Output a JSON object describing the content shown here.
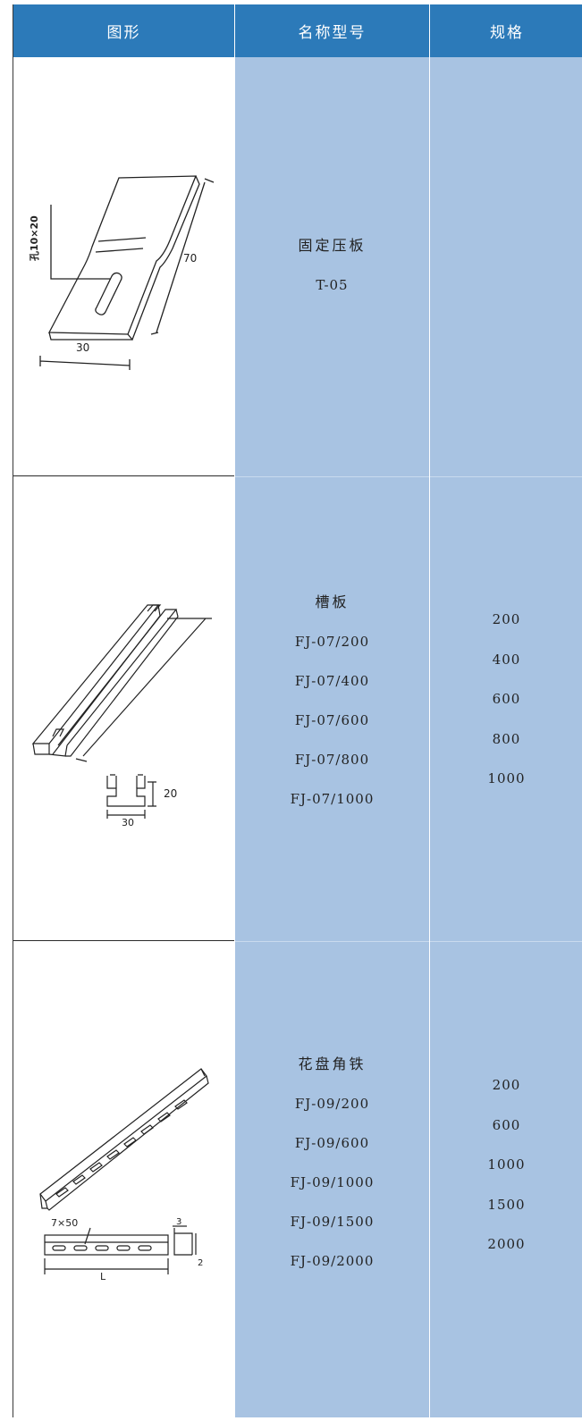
{
  "header": {
    "col_image": "图形",
    "col_name": "名称型号",
    "col_spec": "规格"
  },
  "rows": [
    {
      "name": "固定压板",
      "models": [
        "T-05"
      ],
      "specs": [],
      "drawing": {
        "hole_label": "孔10×20",
        "dim_width": "30",
        "dim_length": "70"
      }
    },
    {
      "name": "槽板",
      "models": [
        "FJ-07/200",
        "FJ-07/400",
        "FJ-07/600",
        "FJ-07/800",
        "FJ-07/1000"
      ],
      "specs": [
        "200",
        "400",
        "600",
        "800",
        "1000"
      ],
      "drawing": {
        "dim_height": "20",
        "dim_width": "30"
      }
    },
    {
      "name": "花盘角铁",
      "models": [
        "FJ-09/200",
        "FJ-09/600",
        "FJ-09/1000",
        "FJ-09/1500",
        "FJ-09/2000"
      ],
      "specs": [
        "200",
        "600",
        "1000",
        "1500",
        "2000"
      ],
      "drawing": {
        "slot_label": "7×50",
        "length_label": "L",
        "dim_top": "3",
        "dim_side": "2"
      }
    }
  ]
}
